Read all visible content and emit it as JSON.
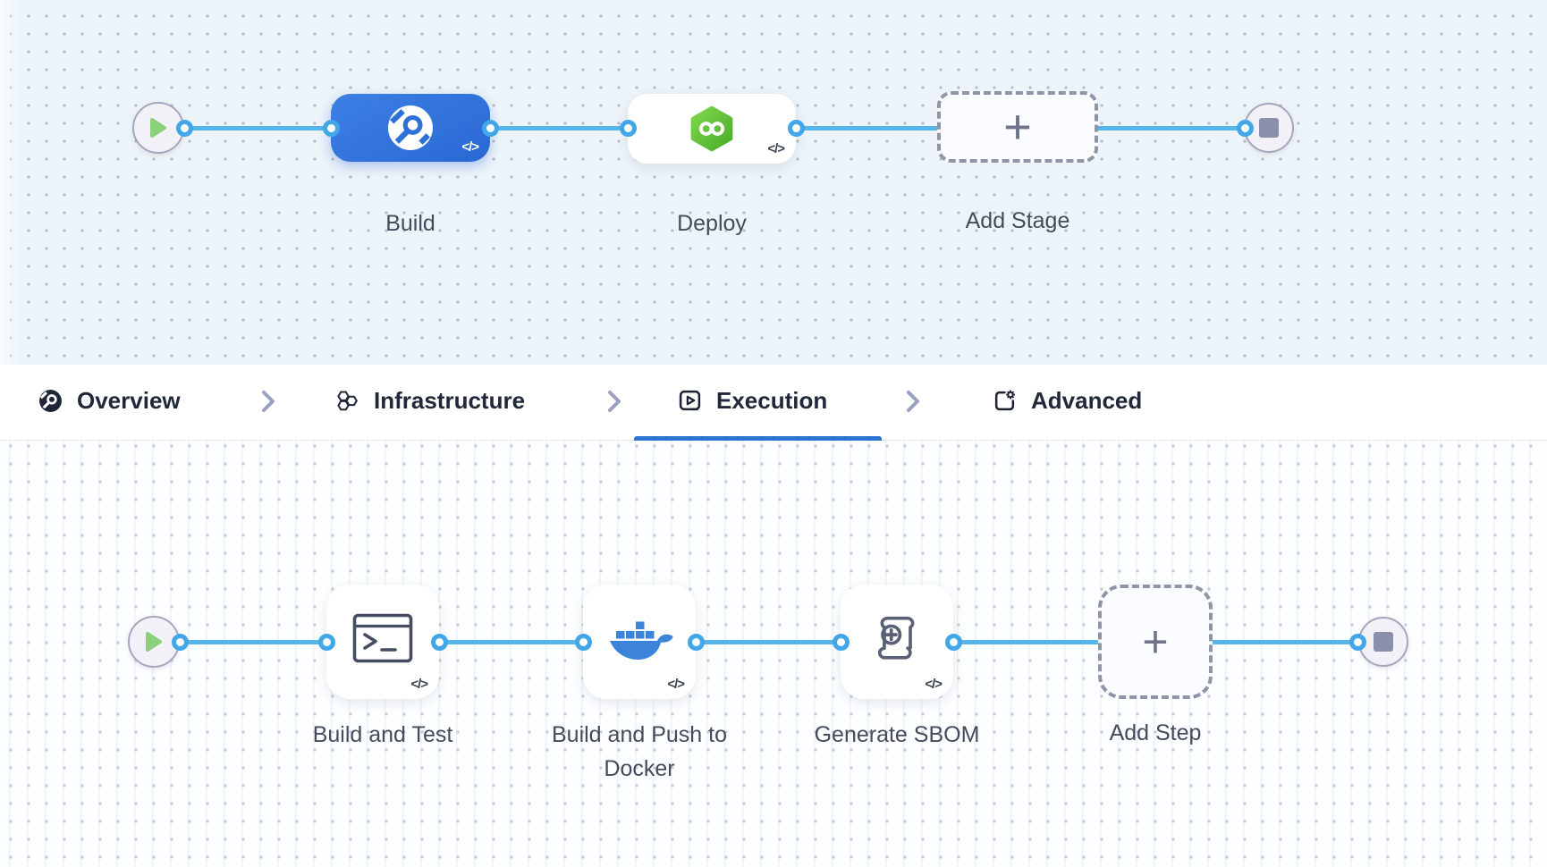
{
  "stage_pipeline": {
    "stages": [
      {
        "name": "build",
        "label": "Build",
        "icon": "ci-build-icon",
        "code_glyph": "</>",
        "selected": true,
        "color": "#2e72d8"
      },
      {
        "name": "deploy",
        "label": "Deploy",
        "icon": "cd-deploy-icon",
        "code_glyph": "</>",
        "selected": false,
        "color": "#63c940"
      },
      {
        "name": "add-stage",
        "label": "Add Stage",
        "icon": "plus-icon",
        "plus_glyph": "+"
      }
    ]
  },
  "tabs": {
    "items": [
      {
        "label": "Overview",
        "icon": "overview-icon",
        "active": false
      },
      {
        "label": "Infrastructure",
        "icon": "infrastructure-icon",
        "active": false
      },
      {
        "label": "Execution",
        "icon": "execution-icon",
        "active": true
      },
      {
        "label": "Advanced",
        "icon": "advanced-icon",
        "active": false
      }
    ]
  },
  "step_pipeline": {
    "steps": [
      {
        "name": "build-and-test",
        "label": "Build and Test",
        "icon": "terminal-icon",
        "code_glyph": "</>"
      },
      {
        "name": "build-and-push-to-docker",
        "label": "Build and Push to Docker",
        "icon": "docker-icon",
        "code_glyph": "</>"
      },
      {
        "name": "generate-sbom",
        "label": "Generate SBOM",
        "icon": "sbom-scroll-icon",
        "code_glyph": "</>"
      },
      {
        "name": "add-step",
        "label": "Add Step",
        "icon": "plus-icon",
        "plus_glyph": "+"
      }
    ]
  },
  "colors": {
    "edge_blue": "#57b6e9",
    "active_tab_blue": "#2b76d3",
    "stage_build_blue": "#2e72d8",
    "deploy_green": "#63c940",
    "docker_blue": "#3c83da",
    "canvas_top_bg": "#edf4f9",
    "canvas_bottom_bg": "#fdfeff"
  }
}
